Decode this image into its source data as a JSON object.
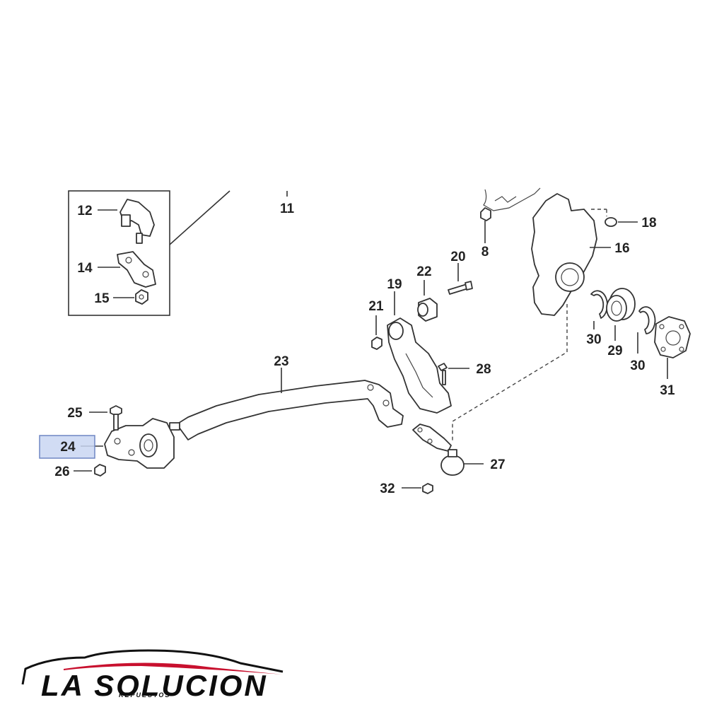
{
  "diagram": {
    "callouts": [
      {
        "id": "11",
        "label": "11"
      },
      {
        "id": "12",
        "label": "12"
      },
      {
        "id": "14",
        "label": "14"
      },
      {
        "id": "15",
        "label": "15"
      },
      {
        "id": "8",
        "label": "8"
      },
      {
        "id": "18",
        "label": "18"
      },
      {
        "id": "16",
        "label": "16"
      },
      {
        "id": "20",
        "label": "20"
      },
      {
        "id": "22",
        "label": "22"
      },
      {
        "id": "19",
        "label": "19"
      },
      {
        "id": "21",
        "label": "21"
      },
      {
        "id": "30a",
        "label": "30"
      },
      {
        "id": "29",
        "label": "29"
      },
      {
        "id": "30b",
        "label": "30"
      },
      {
        "id": "31",
        "label": "31"
      },
      {
        "id": "23",
        "label": "23"
      },
      {
        "id": "28",
        "label": "28"
      },
      {
        "id": "25",
        "label": "25"
      },
      {
        "id": "24",
        "label": "24",
        "highlighted": true
      },
      {
        "id": "26",
        "label": "26"
      },
      {
        "id": "27",
        "label": "27"
      },
      {
        "id": "32",
        "label": "32"
      }
    ],
    "highlight_color": "#c9d6f2",
    "highlight_border": "#6f86c4"
  },
  "brand": {
    "name": "LA SOLUCION",
    "tagline": "REPUESTOS",
    "accent_color": "#c8102e"
  }
}
